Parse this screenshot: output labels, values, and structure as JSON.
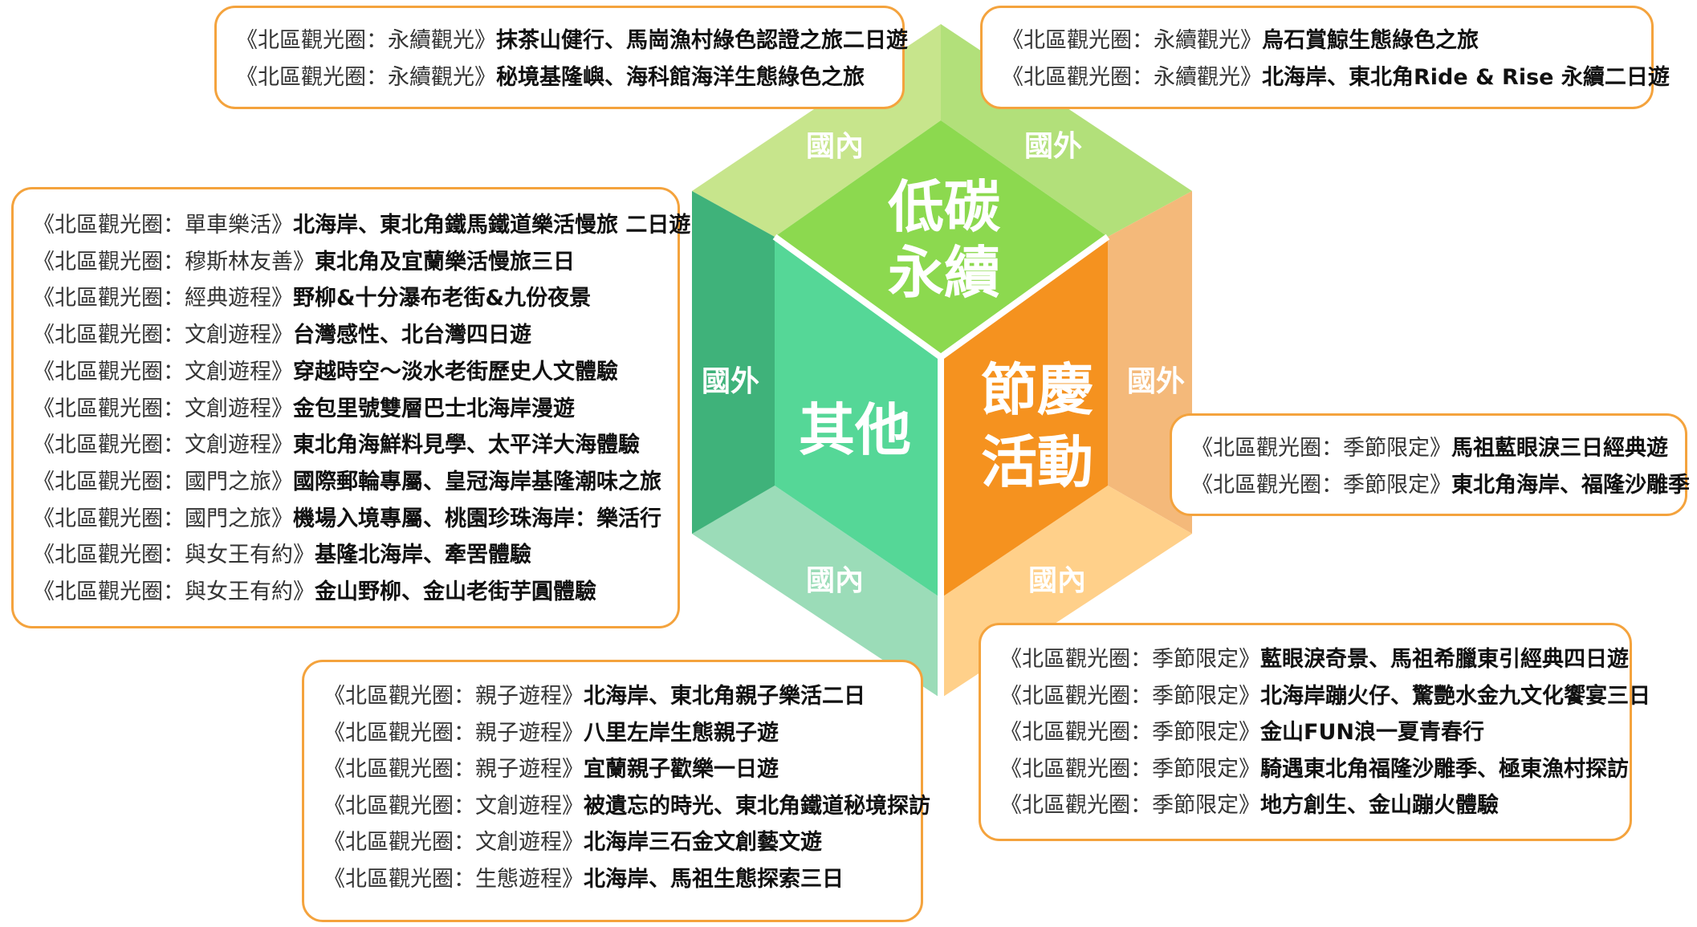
{
  "hexagon": {
    "sections": {
      "sustainable": {
        "title_line1": "低碳",
        "title_line2": "永續",
        "domestic": "國內",
        "overseas": "國外"
      },
      "festival": {
        "title_line1": "節慶",
        "title_line2": "活動",
        "domestic": "國內",
        "overseas": "國外"
      },
      "other": {
        "title": "其他",
        "domestic": "國內",
        "overseas": "國外"
      }
    },
    "colors": {
      "sustainable_light": "#c7e58c",
      "sustainable_mid": "#b2e07a",
      "sustainable_core": "#8cd94f",
      "festival_light": "#ffd08a",
      "festival_mid": "#f4b97a",
      "festival_core": "#f5921f",
      "other_light": "#9bdcb8",
      "other_mid": "#3fb27a",
      "other_core": "#55d797",
      "box_border": "#f4a33d"
    }
  },
  "boxes": {
    "top_left": [
      {
        "prefix": "《北區觀光圈：永續觀光》",
        "title": "抹茶山健行、馬崗漁村綠色認證之旅二日遊"
      },
      {
        "prefix": "《北區觀光圈：永續觀光》",
        "title": "秘境基隆嶼、海科館海洋生態綠色之旅"
      }
    ],
    "top_right": [
      {
        "prefix": "《北區觀光圈：永續觀光》",
        "title": "烏石賞鯨生態綠色之旅"
      },
      {
        "prefix": "《北區觀光圈：永續觀光》",
        "title": "北海岸、東北角Ride & Rise 永續二日遊"
      }
    ],
    "left": [
      {
        "prefix": "《北區觀光圈：單車樂活》",
        "title": "北海岸、東北角鐵馬鐵道樂活慢旅 二日遊"
      },
      {
        "prefix": "《北區觀光圈：穆斯林友善》",
        "title": "東北角及宜蘭樂活慢旅三日"
      },
      {
        "prefix": "《北區觀光圈：經典遊程》",
        "title": "野柳&十分瀑布老街&九份夜景"
      },
      {
        "prefix": "《北區觀光圈：文創遊程》",
        "title": "台灣感性、北台灣四日遊"
      },
      {
        "prefix": "《北區觀光圈：文創遊程》",
        "title": "穿越時空～淡水老街歷史人文體驗"
      },
      {
        "prefix": "《北區觀光圈：文創遊程》",
        "title": "金包里號雙層巴士北海岸漫遊"
      },
      {
        "prefix": "《北區觀光圈：文創遊程》",
        "title": "東北角海鮮料見學、太平洋大海體驗"
      },
      {
        "prefix": "《北區觀光圈：國門之旅》",
        "title": "國際郵輪專屬、皇冠海岸基隆潮味之旅"
      },
      {
        "prefix": "《北區觀光圈：國門之旅》",
        "title": "機場入境專屬、桃園珍珠海岸：樂活行"
      },
      {
        "prefix": "《北區觀光圈：與女王有約》",
        "title": "基隆北海岸、牽罟體驗"
      },
      {
        "prefix": "《北區觀光圈：與女王有約》",
        "title": "金山野柳、金山老街芋圓體驗"
      }
    ],
    "right": [
      {
        "prefix": "《北區觀光圈：季節限定》",
        "title": "馬祖藍眼淚三日經典遊"
      },
      {
        "prefix": "《北區觀光圈：季節限定》",
        "title": "東北角海岸、福隆沙雕季"
      }
    ],
    "bottom_left": [
      {
        "prefix": "《北區觀光圈：親子遊程》",
        "title": "北海岸、東北角親子樂活二日"
      },
      {
        "prefix": "《北區觀光圈：親子遊程》",
        "title": "八里左岸生態親子遊"
      },
      {
        "prefix": "《北區觀光圈：親子遊程》",
        "title": "宜蘭親子歡樂一日遊"
      },
      {
        "prefix": "《北區觀光圈：文創遊程》",
        "title": "被遺忘的時光、東北角鐵道秘境探訪"
      },
      {
        "prefix": "《北區觀光圈：文創遊程》",
        "title": "北海岸三石金文創藝文遊"
      },
      {
        "prefix": "《北區觀光圈：生態遊程》",
        "title": "北海岸、馬祖生態探索三日"
      }
    ],
    "bottom_right": [
      {
        "prefix": "《北區觀光圈：季節限定》",
        "title": "藍眼淚奇景、馬祖希臘東引經典四日遊"
      },
      {
        "prefix": "《北區觀光圈：季節限定》",
        "title": "北海岸蹦火仔、驚艷水金九文化饗宴三日"
      },
      {
        "prefix": "《北區觀光圈：季節限定》",
        "title": "金山FUN浪一夏青春行"
      },
      {
        "prefix": "《北區觀光圈：季節限定》",
        "title": "騎遇東北角福隆沙雕季、極東漁村探訪"
      },
      {
        "prefix": "《北區觀光圈：季節限定》",
        "title": "地方創生、金山蹦火體驗"
      }
    ]
  }
}
